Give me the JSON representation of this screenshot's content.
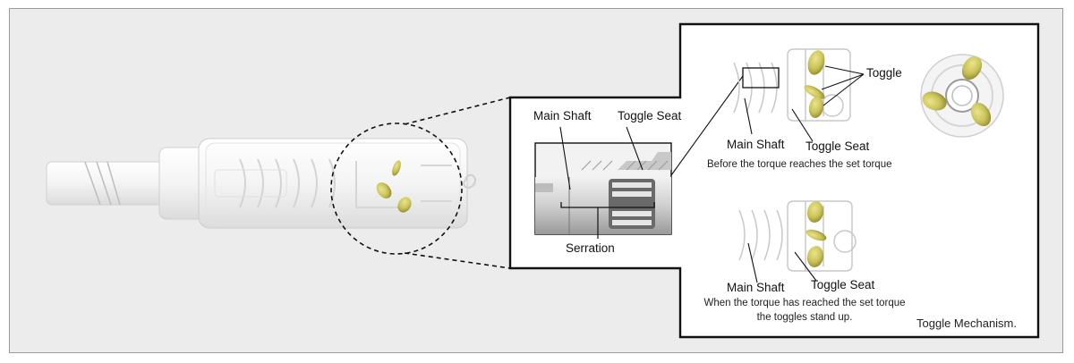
{
  "labels": {
    "detail_main_shaft": "Main Shaft",
    "detail_toggle_seat": "Toggle Seat",
    "detail_serration": "Serration",
    "before_toggle": "Toggle",
    "before_main_shaft": "Main Shaft",
    "before_toggle_seat": "Toggle Seat",
    "before_caption": "Before the torque reaches the set torque",
    "after_main_shaft": "Main Shaft",
    "after_toggle_seat": "Toggle Seat",
    "after_caption_line1": "When the torque has reached the set torque",
    "after_caption_line2": "the toggles stand up.",
    "panel_title": "Toggle Mechanism."
  },
  "colors": {
    "background": "#ececec",
    "toggle": "#c9c25a",
    "toggle_dark": "#8f8a2e",
    "outline": "#111111"
  }
}
